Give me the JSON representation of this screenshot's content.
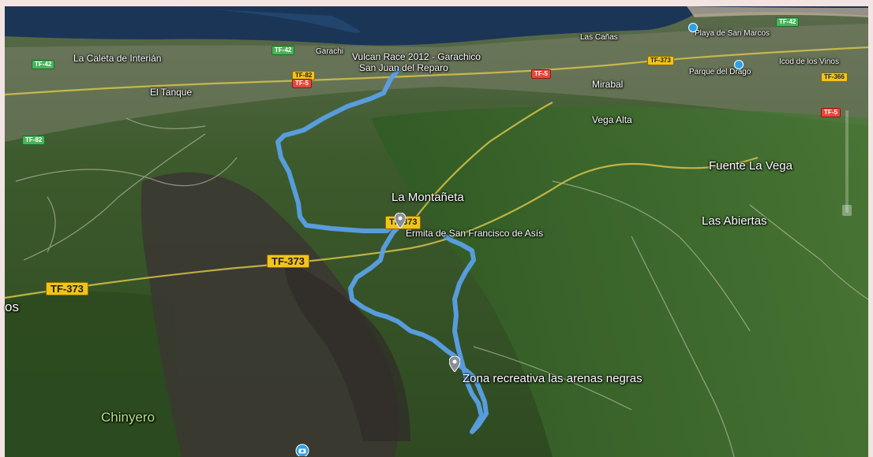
{
  "map": {
    "places": {
      "la_caleta": "La Caleta de Interián",
      "garachico_top": "Garachi",
      "vulcan_race": "Vulcan Race 2012 - Garachico",
      "san_juan": "San Juan del Reparo",
      "las_canas": "Las Cañas",
      "playa_san_marcos": "Playa de San Marcos",
      "icod": "Icod de los Vinos",
      "parque_drago": "Parque del Drago",
      "el_tanque": "El Tanque",
      "mirabal": "Mirabal",
      "vega_alta": "Vega Alta",
      "fuente_la_vega": "Fuente La Vega",
      "la_montaneta": "La Montañeta",
      "ermita": "Ermita de San Francisco de Asís",
      "las_abiertas": "Las Abiertas",
      "zona_recreativa": "Zona recreativa las arenas negras",
      "chinyero": "Chinyero",
      "left_partial": "os"
    },
    "roads": {
      "tf42_a": "TF-42",
      "tf42_b": "TF-42",
      "tf42_c": "TF-42",
      "tf82_top": "TF-82",
      "tf5_a": "TF-5",
      "tf5_b": "TF-5",
      "tf5_c": "TF-5",
      "tf373_top": "TF-373",
      "tf366": "TF-366",
      "tf82_left": "TF-82",
      "tf373_pin": "TF-373",
      "tf373_mid": "TF-373",
      "tf373_left": "TF-373"
    },
    "colors": {
      "track": "#5aa0e6",
      "sea": "#1b3556",
      "shield": "#f2c31a"
    },
    "icons": {
      "marker": "map-pin-icon",
      "photo": "camera-icon",
      "poi": "poi-icon"
    }
  }
}
